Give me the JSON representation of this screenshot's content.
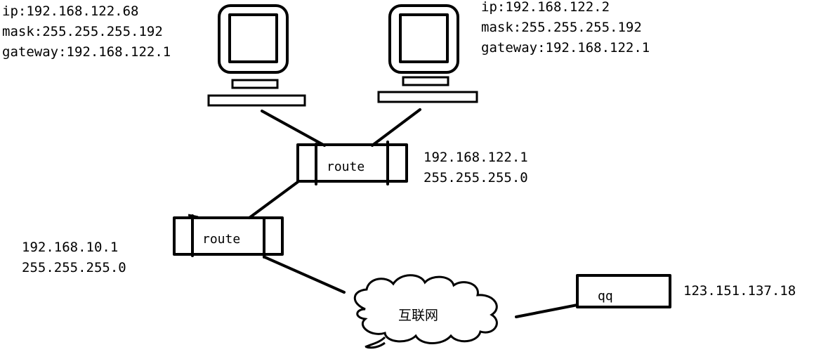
{
  "pc_left": {
    "ip": "ip:192.168.122.68",
    "mask": "mask:255.255.255.192",
    "gateway": "gateway:192.168.122.1"
  },
  "pc_right": {
    "ip": "ip:192.168.122.2",
    "mask": "mask:255.255.255.192",
    "gateway": "gateway:192.168.122.1"
  },
  "router_upper": {
    "label": "route",
    "ip": "192.168.122.1",
    "mask": "255.255.255.0"
  },
  "router_lower": {
    "label": "route",
    "ip": "192.168.10.1",
    "mask": "255.255.255.0"
  },
  "internet": {
    "label": "互联网"
  },
  "server": {
    "label": "qq",
    "ip": "123.151.137.18"
  }
}
